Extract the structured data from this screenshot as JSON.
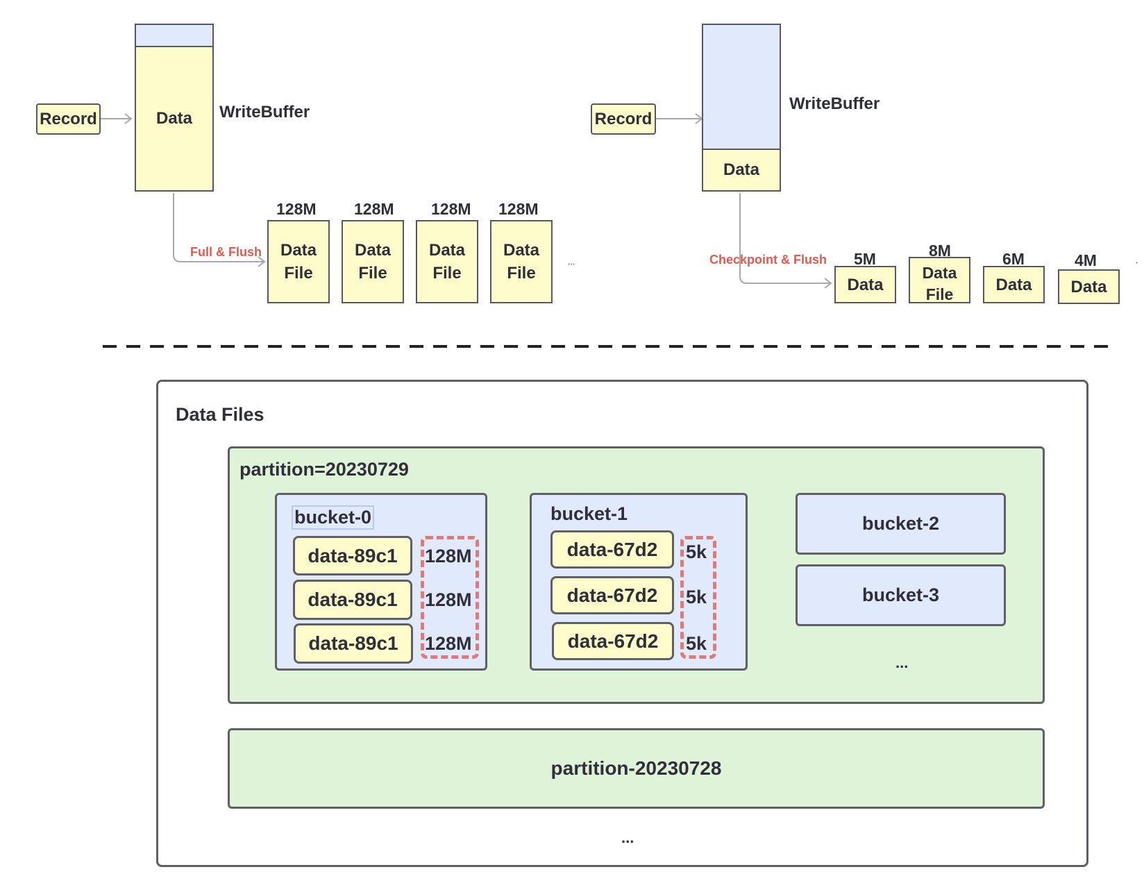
{
  "left_flow": {
    "record": "Record",
    "buffer_data": "Data",
    "writebuffer": "WriteBuffer",
    "flush_label": "Full & Flush",
    "files": [
      {
        "size": "128M",
        "label": "Data\nFile"
      },
      {
        "size": "128M",
        "label": "Data\nFile"
      },
      {
        "size": "128M",
        "label": "Data\nFile"
      },
      {
        "size": "128M",
        "label": "Data\nFile"
      }
    ],
    "more": "..."
  },
  "right_flow": {
    "record": "Record",
    "buffer_data": "Data",
    "writebuffer": "WriteBuffer",
    "flush_label": "Checkpoint & Flush",
    "files": [
      {
        "size": "5M",
        "label": "Data"
      },
      {
        "size": "8M",
        "label": "Data\nFile"
      },
      {
        "size": "6M",
        "label": "Data"
      },
      {
        "size": "4M",
        "label": "Data"
      }
    ],
    "more": "."
  },
  "data_files": {
    "title": "Data Files",
    "partition_a": {
      "title": "partition=20230729",
      "bucket0": {
        "title": "bucket-0",
        "files": [
          "data-89c1",
          "data-89c1",
          "data-89c1"
        ],
        "sizes": [
          "128M",
          "128M",
          "128M"
        ]
      },
      "bucket1": {
        "title": "bucket-1",
        "files": [
          "data-67d2",
          "data-67d2",
          "data-67d2"
        ],
        "sizes": [
          "5k",
          "5k",
          "5k"
        ]
      },
      "bucket2": "bucket-2",
      "bucket3": "bucket-3",
      "more": "..."
    },
    "partition_b": "partition-20230728",
    "more": "..."
  }
}
